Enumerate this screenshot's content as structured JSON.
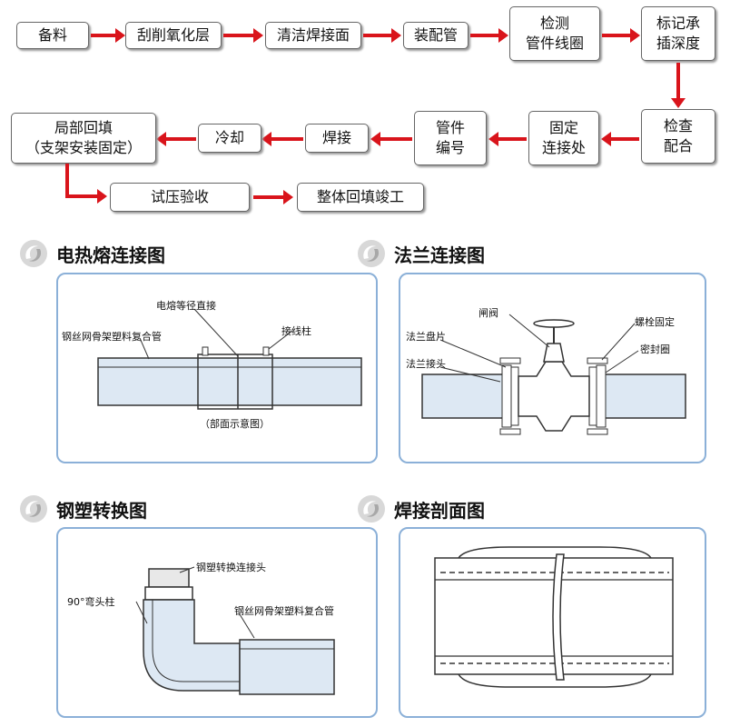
{
  "flow": {
    "s1": "备料",
    "s2": "刮削氧化层",
    "s3": "清洁焊接面",
    "s4": "装配管",
    "s5a": "检测",
    "s5b": "管件线圈",
    "s6a": "标记承",
    "s6b": "插深度",
    "s7a": "检查",
    "s7b": "配合",
    "s8a": "固定",
    "s8b": "连接处",
    "s9a": "管件",
    "s9b": "编号",
    "s10": "焊接",
    "s11": "冷却",
    "s12a": "局部回填",
    "s12b": "（支架安装固定）",
    "s13": "试压验收",
    "s14": "整体回填竣工"
  },
  "sections": {
    "electro": {
      "title": "电热熔连接图",
      "label_coupling": "电熔等径直接",
      "label_pipe": "钢丝网骨架塑料复合管",
      "label_terminal": "接线柱",
      "caption": "（部面示意图）"
    },
    "flange": {
      "title": "法兰连接图",
      "label_valve": "闸阀",
      "label_bolt": "螺栓固定",
      "label_disc": "法兰盘片",
      "label_seal": "密封圈",
      "label_joint": "法兰接头"
    },
    "transition": {
      "title": "钢塑转换图",
      "label_adapter": "钢塑转换连接头",
      "label_elbow": "90°弯头柱",
      "label_pipe": "钢丝网骨架塑料复合管"
    },
    "weld": {
      "title": "焊接剖面图"
    }
  },
  "colors": {
    "arrow": "#d9141b",
    "panel_border": "#8bb0d8",
    "pipe_fill": "#dde8f3"
  }
}
